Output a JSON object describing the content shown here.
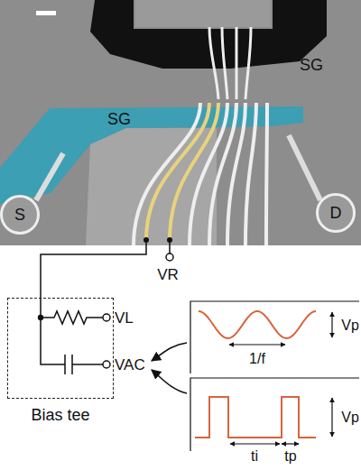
{
  "diagram": {
    "nodes": [
      {
        "text": [
          "S"
        ]
      },
      {
        "text": [
          "D"
        ]
      },
      {
        "text": [
          "Bias tee"
        ]
      }
    ],
    "labels": [
      "SG",
      "SG",
      "VR",
      "VL",
      "VAC",
      "Vp",
      "1/f",
      "Vp",
      "ti",
      "tp"
    ]
  }
}
